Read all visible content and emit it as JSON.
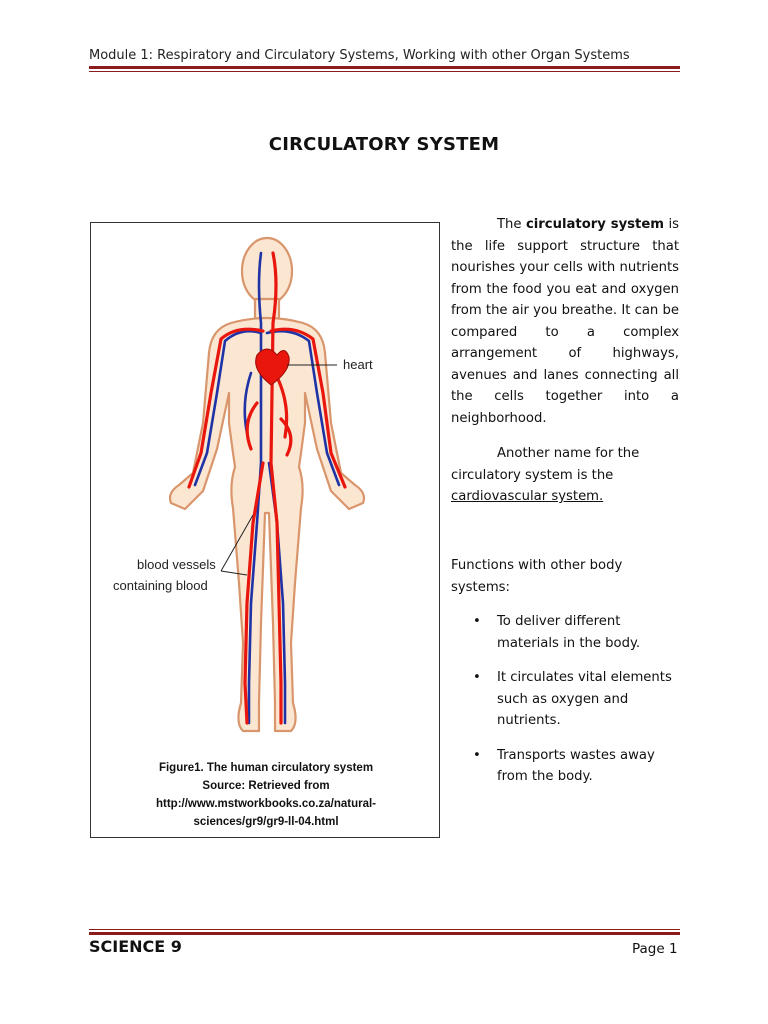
{
  "header": {
    "module_title": "Module 1: Respiratory and Circulatory Systems, Working with other Organ Systems"
  },
  "page_title": "CIRCULATORY SYSTEM",
  "figure": {
    "label_heart": "heart",
    "label_vessels_line1": "blood vessels",
    "label_vessels_line2": "containing blood",
    "caption_line1": "Figure1. The human circulatory system",
    "caption_line2": "Source: Retrieved from",
    "caption_line3": "http://www.mstworkbooks.co.za/natural-",
    "caption_line4": "sciences/gr9/gr9-ll-04.html",
    "colors": {
      "artery": "#e8160c",
      "vein": "#1f33a6",
      "skin": "#fbe6d2",
      "outline": "#d9956b"
    }
  },
  "intro": {
    "lead": "The ",
    "term": "circulatory system",
    "text": " is the life support structure that nourishes your cells with nutrients from the food you eat and oxygen from the air you breathe. It can be compared to a complex arrangement of highways, avenues and lanes connecting all the cells together into a neighborhood."
  },
  "alt_name": {
    "text": "Another name for the circulatory system is the ",
    "term": "cardiovascular system."
  },
  "functions": {
    "heading": "Functions with other body systems:",
    "items": [
      "To deliver different materials in the body.",
      "It circulates vital elements such as oxygen and nutrients.",
      "Transports wastes away from the body."
    ]
  },
  "footer": {
    "subject": "SCIENCE 9",
    "page": "Page 1"
  }
}
